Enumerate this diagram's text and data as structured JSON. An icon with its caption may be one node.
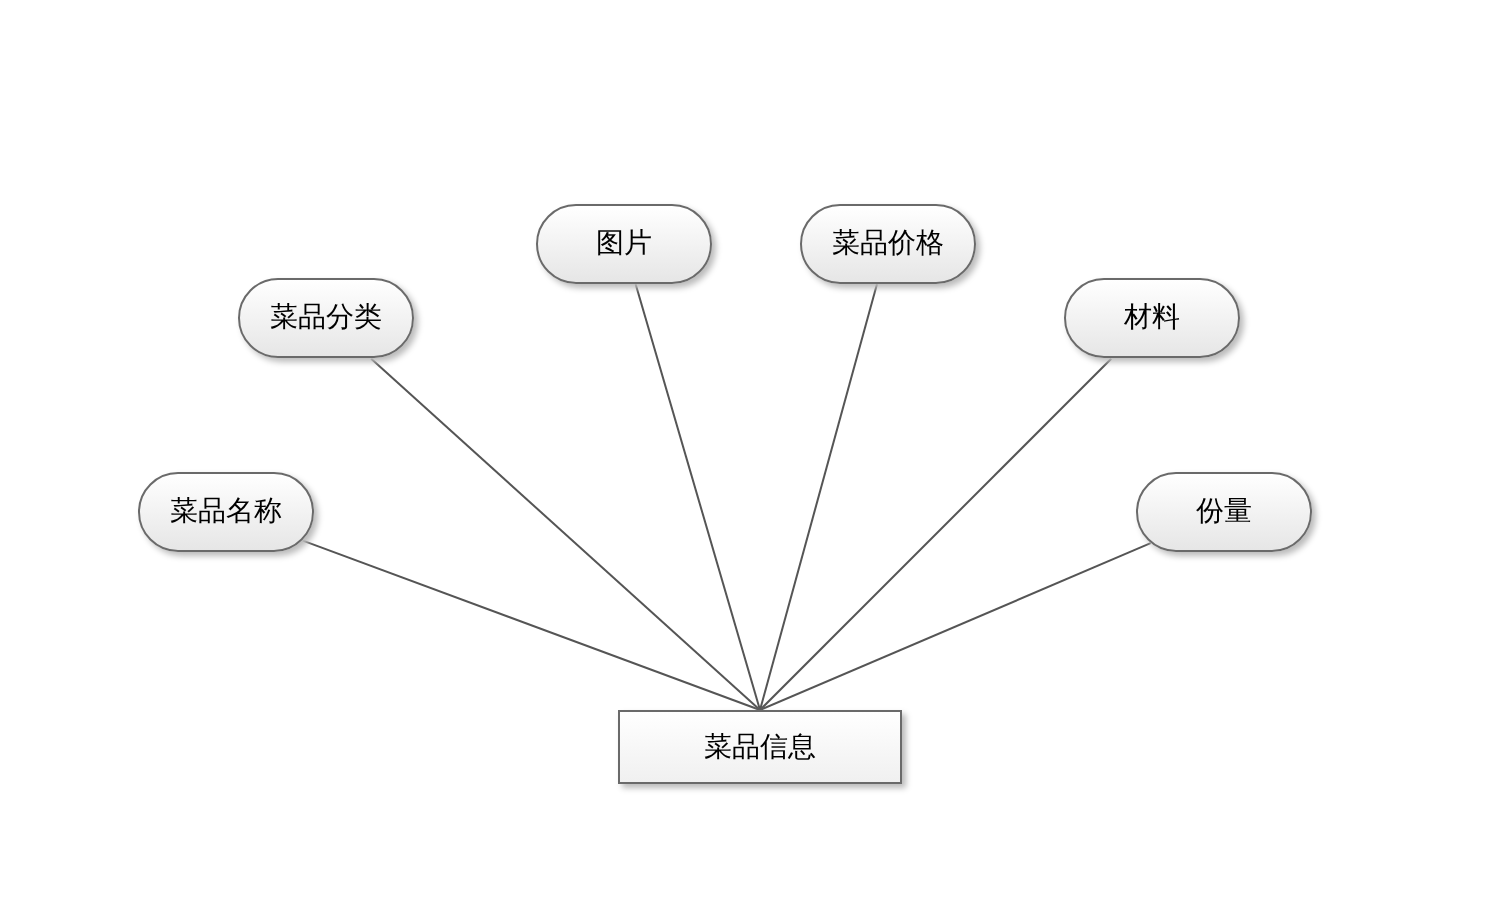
{
  "diagram": {
    "nodes": [
      {
        "text": [
          "图片"
        ]
      },
      {
        "text": [
          "菜品价格"
        ]
      },
      {
        "text": [
          "菜品分类"
        ]
      },
      {
        "text": [
          "材料"
        ]
      },
      {
        "text": [
          "菜品名称"
        ]
      },
      {
        "text": [
          "份量"
        ]
      },
      {
        "text": [
          "菜品信息"
        ]
      }
    ],
    "edges": [
      {
        "from": 6,
        "to": 0,
        "arrow": "none"
      },
      {
        "from": 6,
        "to": 1,
        "arrow": "none"
      },
      {
        "from": 6,
        "to": 2,
        "arrow": "none"
      },
      {
        "from": 6,
        "to": 3,
        "arrow": "none"
      },
      {
        "from": 6,
        "to": 4,
        "arrow": "none"
      },
      {
        "from": 6,
        "to": 5,
        "arrow": "none"
      }
    ]
  }
}
